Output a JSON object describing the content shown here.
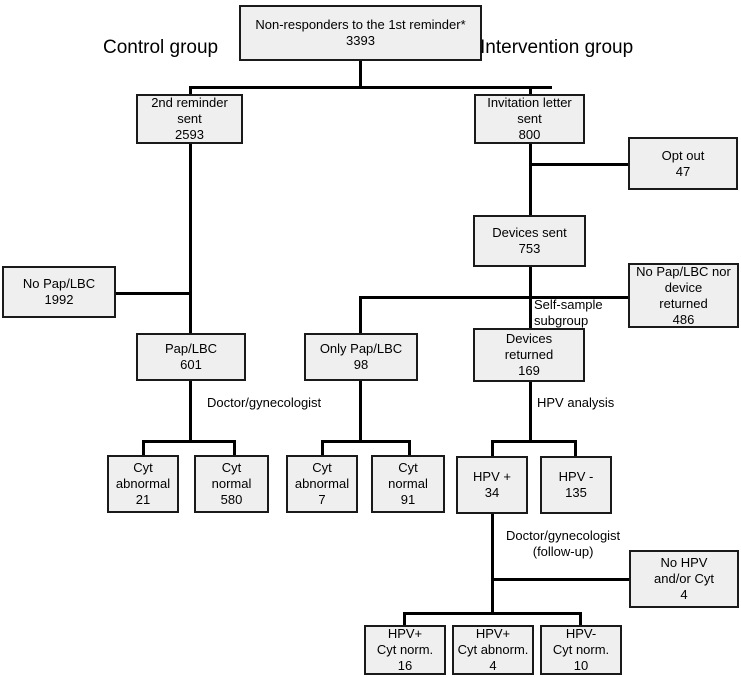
{
  "diagram": {
    "title": "CONSORT-style participant flow diagram",
    "group_labels": {
      "control": "Control group",
      "intervention": "Intervention group"
    },
    "colors": {
      "box_fill": "#efefef",
      "box_border": "#1a1a1a",
      "line": "#000000",
      "text": "#000000",
      "background": "#ffffff"
    },
    "nodes": {
      "root": {
        "label": "Non-responders to the 1st reminder*",
        "value": "3393"
      },
      "second_reminder": {
        "label": "2nd reminder\nsent",
        "value": "2593"
      },
      "invitation_letter": {
        "label": "Invitation letter\nsent",
        "value": "800"
      },
      "opt_out": {
        "label": "Opt out",
        "value": "47"
      },
      "devices_sent": {
        "label": "Devices sent",
        "value": "753"
      },
      "no_pap_lbc": {
        "label": "No Pap/LBC",
        "value": "1992"
      },
      "no_pap_nor_device": {
        "label": "No Pap/LBC nor\ndevice\nreturned",
        "value": "486"
      },
      "pap_lbc": {
        "label": "Pap/LBC",
        "value": "601"
      },
      "only_pap_lbc": {
        "label": "Only Pap/LBC",
        "value": "98"
      },
      "devices_returned": {
        "label": "Devices\nreturned",
        "value": "169"
      },
      "ctrl_cyt_abnormal": {
        "label": "Cyt\nabnormal",
        "value": "21"
      },
      "ctrl_cyt_normal": {
        "label": "Cyt\nnormal",
        "value": "580"
      },
      "int_cyt_abnormal": {
        "label": "Cyt\nabnormal",
        "value": "7"
      },
      "int_cyt_normal": {
        "label": "Cyt\nnormal",
        "value": "91"
      },
      "hpv_pos": {
        "label": "HPV +",
        "value": "34"
      },
      "hpv_neg": {
        "label": "HPV -",
        "value": "135"
      },
      "no_hpv_or_cyt": {
        "label": "No HPV\nand/or Cyt",
        "value": "4"
      },
      "hpv_pos_cyt_norm": {
        "label": "HPV+\nCyt norm.",
        "value": "16"
      },
      "hpv_pos_cyt_abnorm": {
        "label": "HPV+\nCyt abnorm.",
        "value": "4"
      },
      "hpv_neg_cyt_norm": {
        "label": "HPV-\nCyt norm.",
        "value": "10"
      }
    },
    "edge_labels": {
      "self_sample_subgroup": "Self-sample\nsubgroup",
      "doctor_gynecologist_control": "Doctor/gynecologist",
      "hpv_analysis": "HPV analysis",
      "doctor_gynecologist_followup": "Doctor/gynecologist\n(follow-up)"
    }
  }
}
